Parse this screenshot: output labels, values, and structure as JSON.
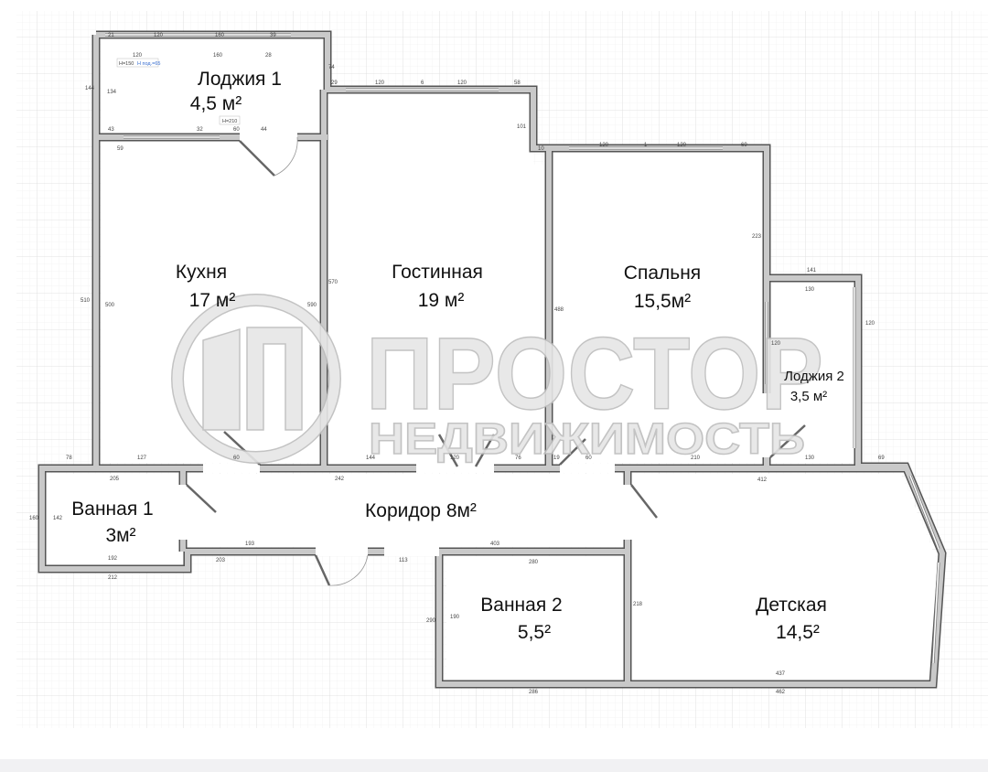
{
  "rooms": {
    "loggia1": {
      "name": "Лоджия 1",
      "area": "4,5 м²"
    },
    "kitchen": {
      "name": "Кухня",
      "area": "17 м²"
    },
    "living": {
      "name": "Гостинная",
      "area": "19 м²"
    },
    "bedroom": {
      "name": "Спальня",
      "area": "15,5м²"
    },
    "loggia2": {
      "name": "Лоджия 2",
      "area": "3,5 м²"
    },
    "bath1": {
      "name": "Ванная 1",
      "area": "3м²"
    },
    "corridor": {
      "name": "Коридор 8м²"
    },
    "bath2": {
      "name": "Ванная 2",
      "area": "5,5²"
    },
    "kids": {
      "name": "Детская",
      "area": "14,5²"
    }
  },
  "watermark": {
    "line1": "ПРОСТОР",
    "line2": "НЕДВИЖИМОСТЬ"
  },
  "dims": [
    "21",
    "120",
    "160",
    "39",
    "144",
    "134",
    "120",
    "160",
    "28",
    "43",
    "32",
    "60",
    "44",
    "59",
    "510",
    "500",
    "570",
    "590",
    "74",
    "29",
    "120",
    "6",
    "120",
    "58",
    "101",
    "10",
    "120",
    "1",
    "120",
    "69",
    "223",
    "488",
    "141",
    "130",
    "120",
    "120",
    "78",
    "127",
    "60",
    "144",
    "120",
    "76",
    "19",
    "60",
    "210",
    "130",
    "69",
    "412",
    "205",
    "242",
    "193",
    "403",
    "212",
    "192",
    "203",
    "113",
    "290",
    "280",
    "286",
    "462",
    "437",
    "190",
    "218",
    "160",
    "142"
  ],
  "window_tags": {
    "h": "H=150",
    "sill": "H под.=65",
    "door": "H=210"
  },
  "colors": {
    "wall": "#c9c9c9",
    "wall_outline": "#555555",
    "grid": "#e4e4e4",
    "watermark": "#e6e6e6"
  }
}
